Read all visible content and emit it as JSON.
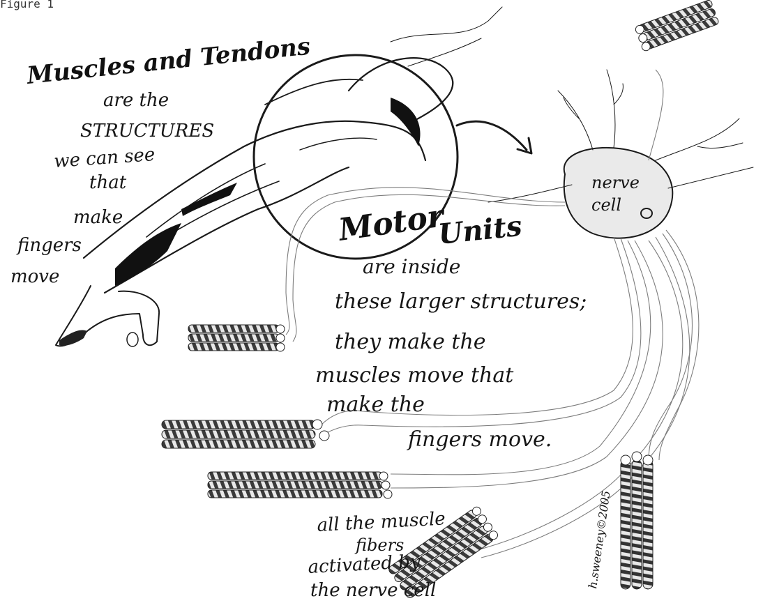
{
  "figure_label": "Figure 1",
  "heading_left": {
    "title": "Muscles and Tendons",
    "lines": [
      "are the",
      "STRUCTURES",
      "we can see",
      "that",
      "make",
      "fingers",
      "move"
    ]
  },
  "heading_center": {
    "title_part1": "Motor",
    "title_part2": "Units",
    "lines": [
      "are inside",
      "these larger structures;",
      "they make the",
      "muscles move that",
      "make  the",
      "fingers move."
    ]
  },
  "nerve_label": [
    "nerve",
    "cell"
  ],
  "caption_bottom": [
    "all the muscle",
    "fibers",
    "activated by",
    "the nerve cell"
  ],
  "signature": "h.sweeney©2005"
}
